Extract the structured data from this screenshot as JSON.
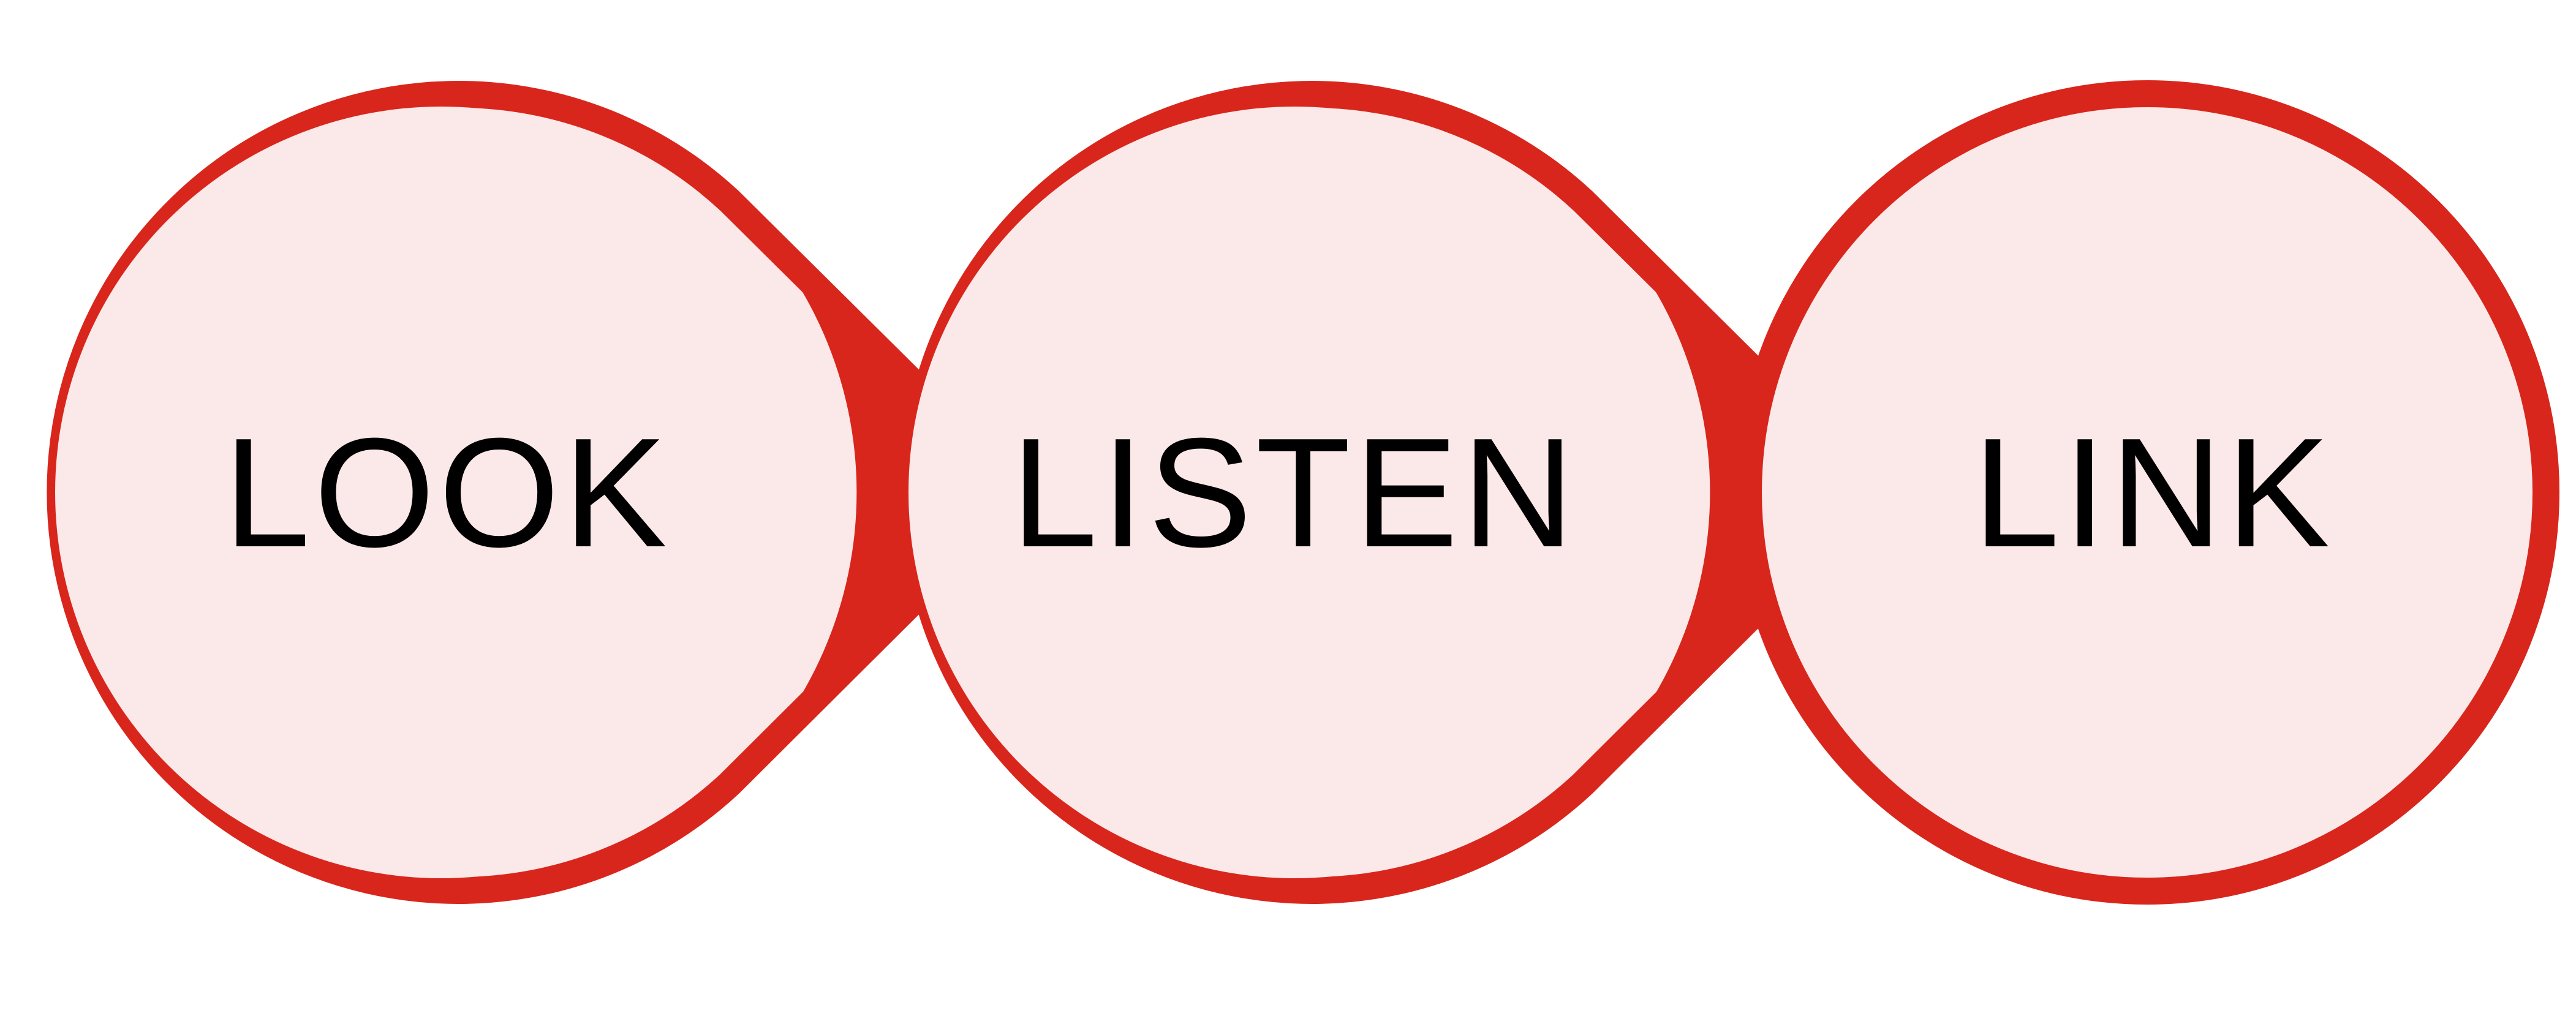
{
  "diagram": {
    "type": "process-flow",
    "steps": [
      {
        "label": "LOOK"
      },
      {
        "label": "LISTEN"
      },
      {
        "label": "LINK"
      }
    ]
  },
  "colors": {
    "ring": "#d9261c",
    "fill": "#fbe8e8",
    "text": "#000000",
    "background": "#ffffff"
  }
}
